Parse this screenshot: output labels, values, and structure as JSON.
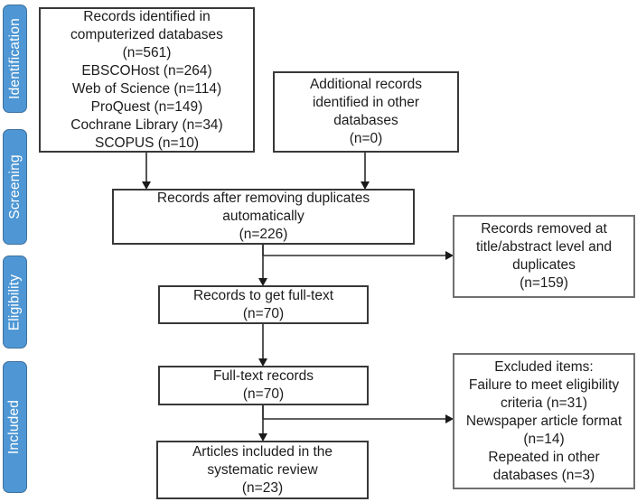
{
  "sidebar": {
    "fill_color": "#4E97D4",
    "border_color": "#41719C",
    "text_color": "#FFFFFF",
    "stages": [
      {
        "label": "Identification"
      },
      {
        "label": "Screening"
      },
      {
        "label": "Eligibility"
      },
      {
        "label": "Included"
      }
    ]
  },
  "flow": {
    "boxes": {
      "identified": {
        "lines": [
          "Records identified in",
          "computerized databases",
          "(n=561)",
          "EBSCOHost (n=264)",
          "Web of Science (n=114)",
          "ProQuest (n=149)",
          "Cochrane Library (n=34)",
          "SCOPUS (n=10)"
        ]
      },
      "additional": {
        "lines": [
          "Additional records",
          "identified in other",
          "databases",
          "(n=0)"
        ]
      },
      "deduplicated": {
        "lines": [
          "Records after removing duplicates",
          "automatically",
          "(n=226)"
        ]
      },
      "removed": {
        "lines": [
          "Records removed at",
          "title/abstract level and",
          "duplicates",
          "(n=159)"
        ]
      },
      "to_fulltext": {
        "lines": [
          "Records to get full-text",
          "(n=70)"
        ]
      },
      "fulltext": {
        "lines": [
          "Full-text records",
          "(n=70)"
        ]
      },
      "excluded": {
        "lines": [
          "Excluded items:",
          "Failure to meet eligibility",
          "criteria (n=31)",
          "Newspaper article format",
          "(n=14)",
          "Repeated in other",
          "databases (n=3)"
        ]
      },
      "included_review": {
        "lines": [
          "Articles included in the",
          "systematic review",
          "(n=23)"
        ]
      }
    }
  }
}
